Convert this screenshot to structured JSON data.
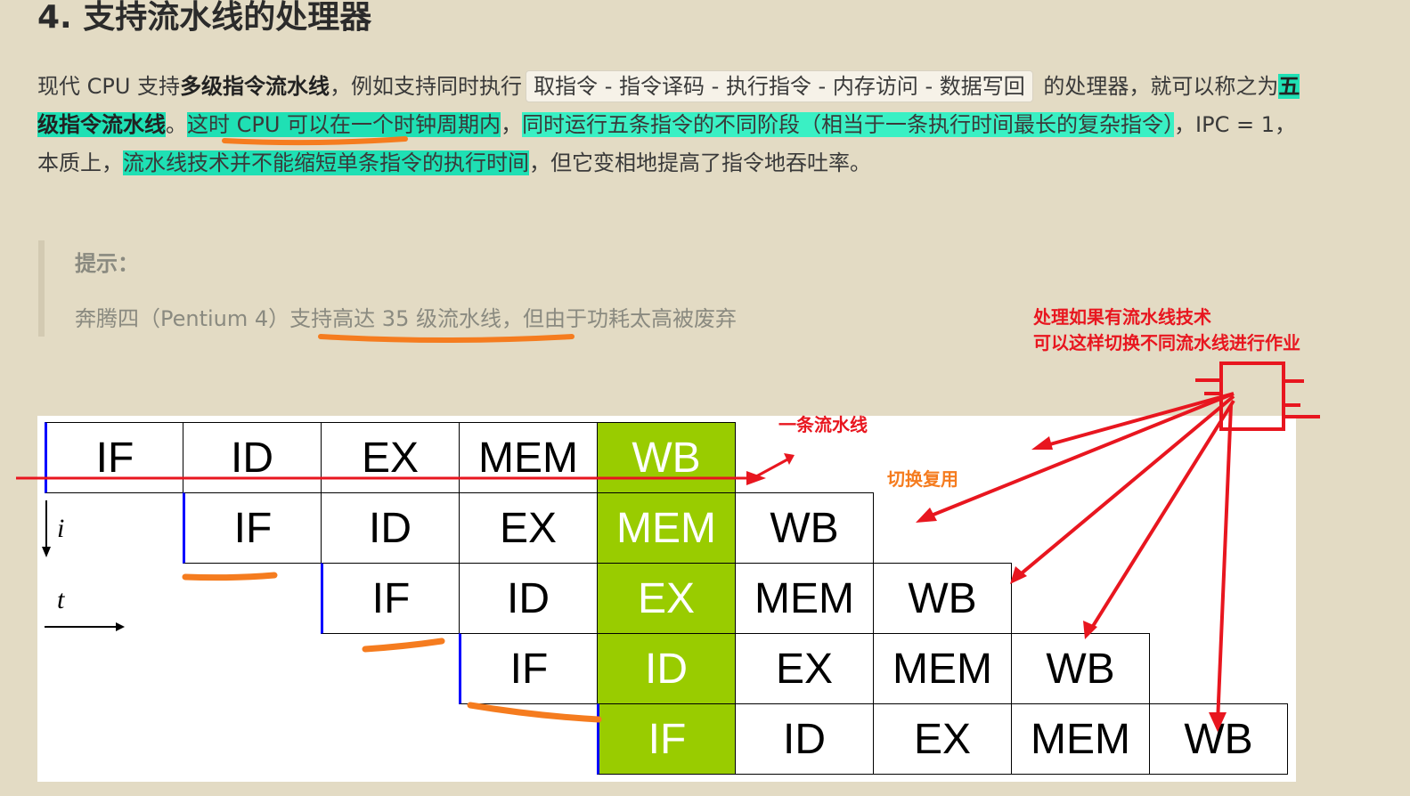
{
  "heading": "4. 支持流水线的处理器",
  "para": {
    "t1": "现代 CPU 支持",
    "t2": "多级指令流水线",
    "t3": "，例如支持同时执行",
    "code": "取指令 - 指令译码 - 执行指令 - 内存访问 - 数据写回",
    "t4": " 的处理器，就可以称之为",
    "t5": "五级指令流水线",
    "t6": "。",
    "t7": "这时 CPU 可以在一个时钟周期内",
    "t8": "，",
    "t9": "同时运行五条指令的不同阶段（相当于一条执行时间最长的复杂指令）",
    "t10": "，IPC = 1，本质上，",
    "t11": "流水线技术并不能缩短单条指令的执行时间",
    "t12": "，但它变相地提高了指令地吞吐率。"
  },
  "quote": {
    "title": "提示：",
    "t1": "奔腾四（Pentium 4）",
    "t2": "支持高达 35 级流水线",
    "t3": "，但由于功耗太高被废弃"
  },
  "pipeline": {
    "rows": [
      [
        "IF",
        "ID",
        "EX",
        "MEM",
        "WB"
      ],
      [
        "IF",
        "ID",
        "EX",
        "MEM",
        "WB"
      ],
      [
        "IF",
        "ID",
        "EX",
        "MEM",
        "WB"
      ],
      [
        "IF",
        "ID",
        "EX",
        "MEM",
        "WB"
      ],
      [
        "IF",
        "ID",
        "EX",
        "MEM",
        "WB"
      ]
    ],
    "highlight_column_index": 4,
    "axis_i": "i",
    "axis_t": "t"
  },
  "annotations": {
    "one_pipeline": "一条流水线",
    "switch_reuse": "切换复用",
    "note_line1": "处理如果有流水线技术",
    "note_line2": "可以这样切换不同流水线进行作业"
  },
  "colors": {
    "stage_highlight": "#99cc00",
    "text_highlight": "#1fe0b4",
    "arrow_red": "#e8161f",
    "marker_orange": "#f57c1f"
  }
}
